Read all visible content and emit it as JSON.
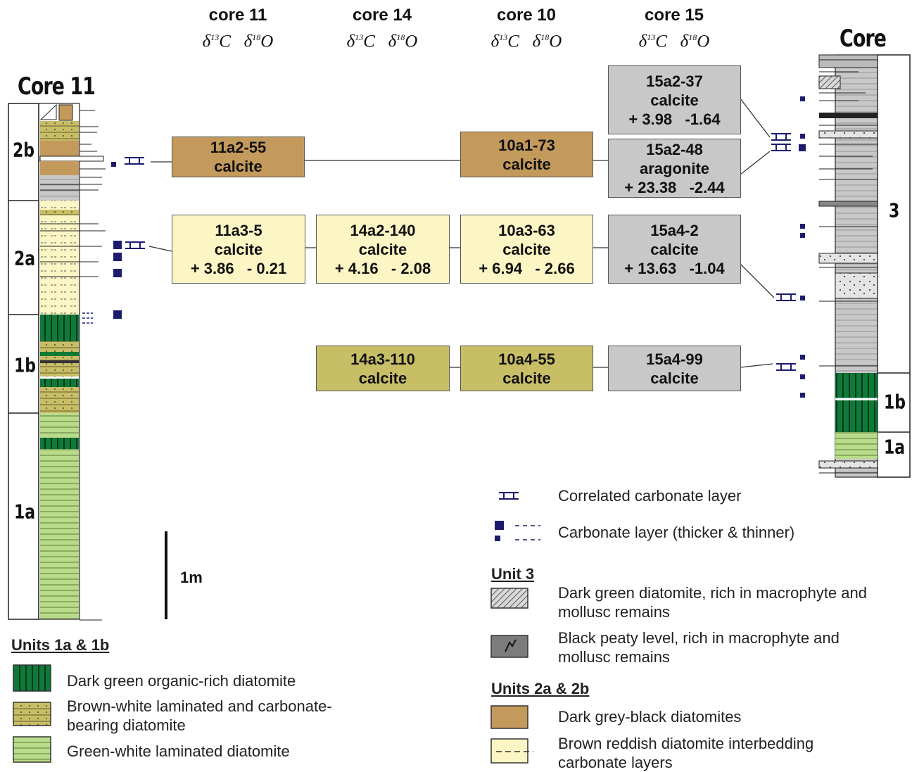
{
  "headers": [
    {
      "name": "core 11",
      "d13c": "13",
      "d18o": "18"
    },
    {
      "name": "core 14",
      "d13c": "13",
      "d18o": "18"
    },
    {
      "name": "core 10",
      "d13c": "13",
      "d18o": "18"
    },
    {
      "name": "core 15",
      "d13c": "13",
      "d18o": "18"
    }
  ],
  "core11": {
    "title": "Core 11",
    "units": [
      "2b",
      "2a",
      "1b",
      "1a"
    ]
  },
  "core15": {
    "title": "Core 15",
    "units": [
      "3",
      "1b",
      "1a"
    ]
  },
  "samples": {
    "s11a2": {
      "id": "11a2-55",
      "mineral": "calcite",
      "values": ""
    },
    "s10a1": {
      "id": "10a1-73",
      "mineral": "calcite",
      "values": ""
    },
    "s15a2_37": {
      "id": "15a2-37",
      "mineral": "calcite",
      "values": "+ 3.98   -1.64"
    },
    "s15a2_48": {
      "id": "15a2-48",
      "mineral": "aragonite",
      "values": "+ 23.38   -2.44"
    },
    "s11a3": {
      "id": "11a3-5",
      "mineral": "calcite",
      "values": "+ 3.86   - 0.21"
    },
    "s14a2": {
      "id": "14a2-140",
      "mineral": "calcite",
      "values": "+ 4.16   - 2.08"
    },
    "s10a3": {
      "id": "10a3-63",
      "mineral": "calcite",
      "values": "+ 6.94   - 2.66"
    },
    "s15a4_2": {
      "id": "15a4-2",
      "mineral": "calcite",
      "values": "+ 13.63   -1.04"
    },
    "s14a3": {
      "id": "14a3-110",
      "mineral": "calcite",
      "values": ""
    },
    "s10a4": {
      "id": "10a4-55",
      "mineral": "calcite",
      "values": ""
    },
    "s15a4_99": {
      "id": "15a4-99",
      "mineral": "calcite",
      "values": ""
    }
  },
  "scale_label": "1m",
  "legend": {
    "correlated": "Correlated carbonate layer",
    "carbonate": "Carbonate layer (thicker & thinner)",
    "unit3_head": "Unit 3",
    "unit3_a": "Dark green diatomite, rich in macrophyte and mollusc remains",
    "unit3_b": "Black peaty level, rich in macrophyte and mollusc remains",
    "units2_head": "Units 2a & 2b",
    "units2_a": "Dark grey-black diatomites",
    "units2_b": "Brown reddish diatomite interbedding carbonate layers",
    "units1_head": "Units 1a & 1b",
    "units1_a": "Dark green organic-rich diatomite",
    "units1_b": "Brown-white laminated and carbonate-bearing diatomite",
    "units1_c": "Green-white laminated diatomite"
  },
  "colors": {
    "brown": "#c49a5c",
    "yellow": "#fbf6c4",
    "olive": "#c8be66",
    "grey": "#c8c8c8",
    "dark_green": "#0e7a35",
    "light_green": "#b9dc8a",
    "marker": "#1c1c6e"
  }
}
